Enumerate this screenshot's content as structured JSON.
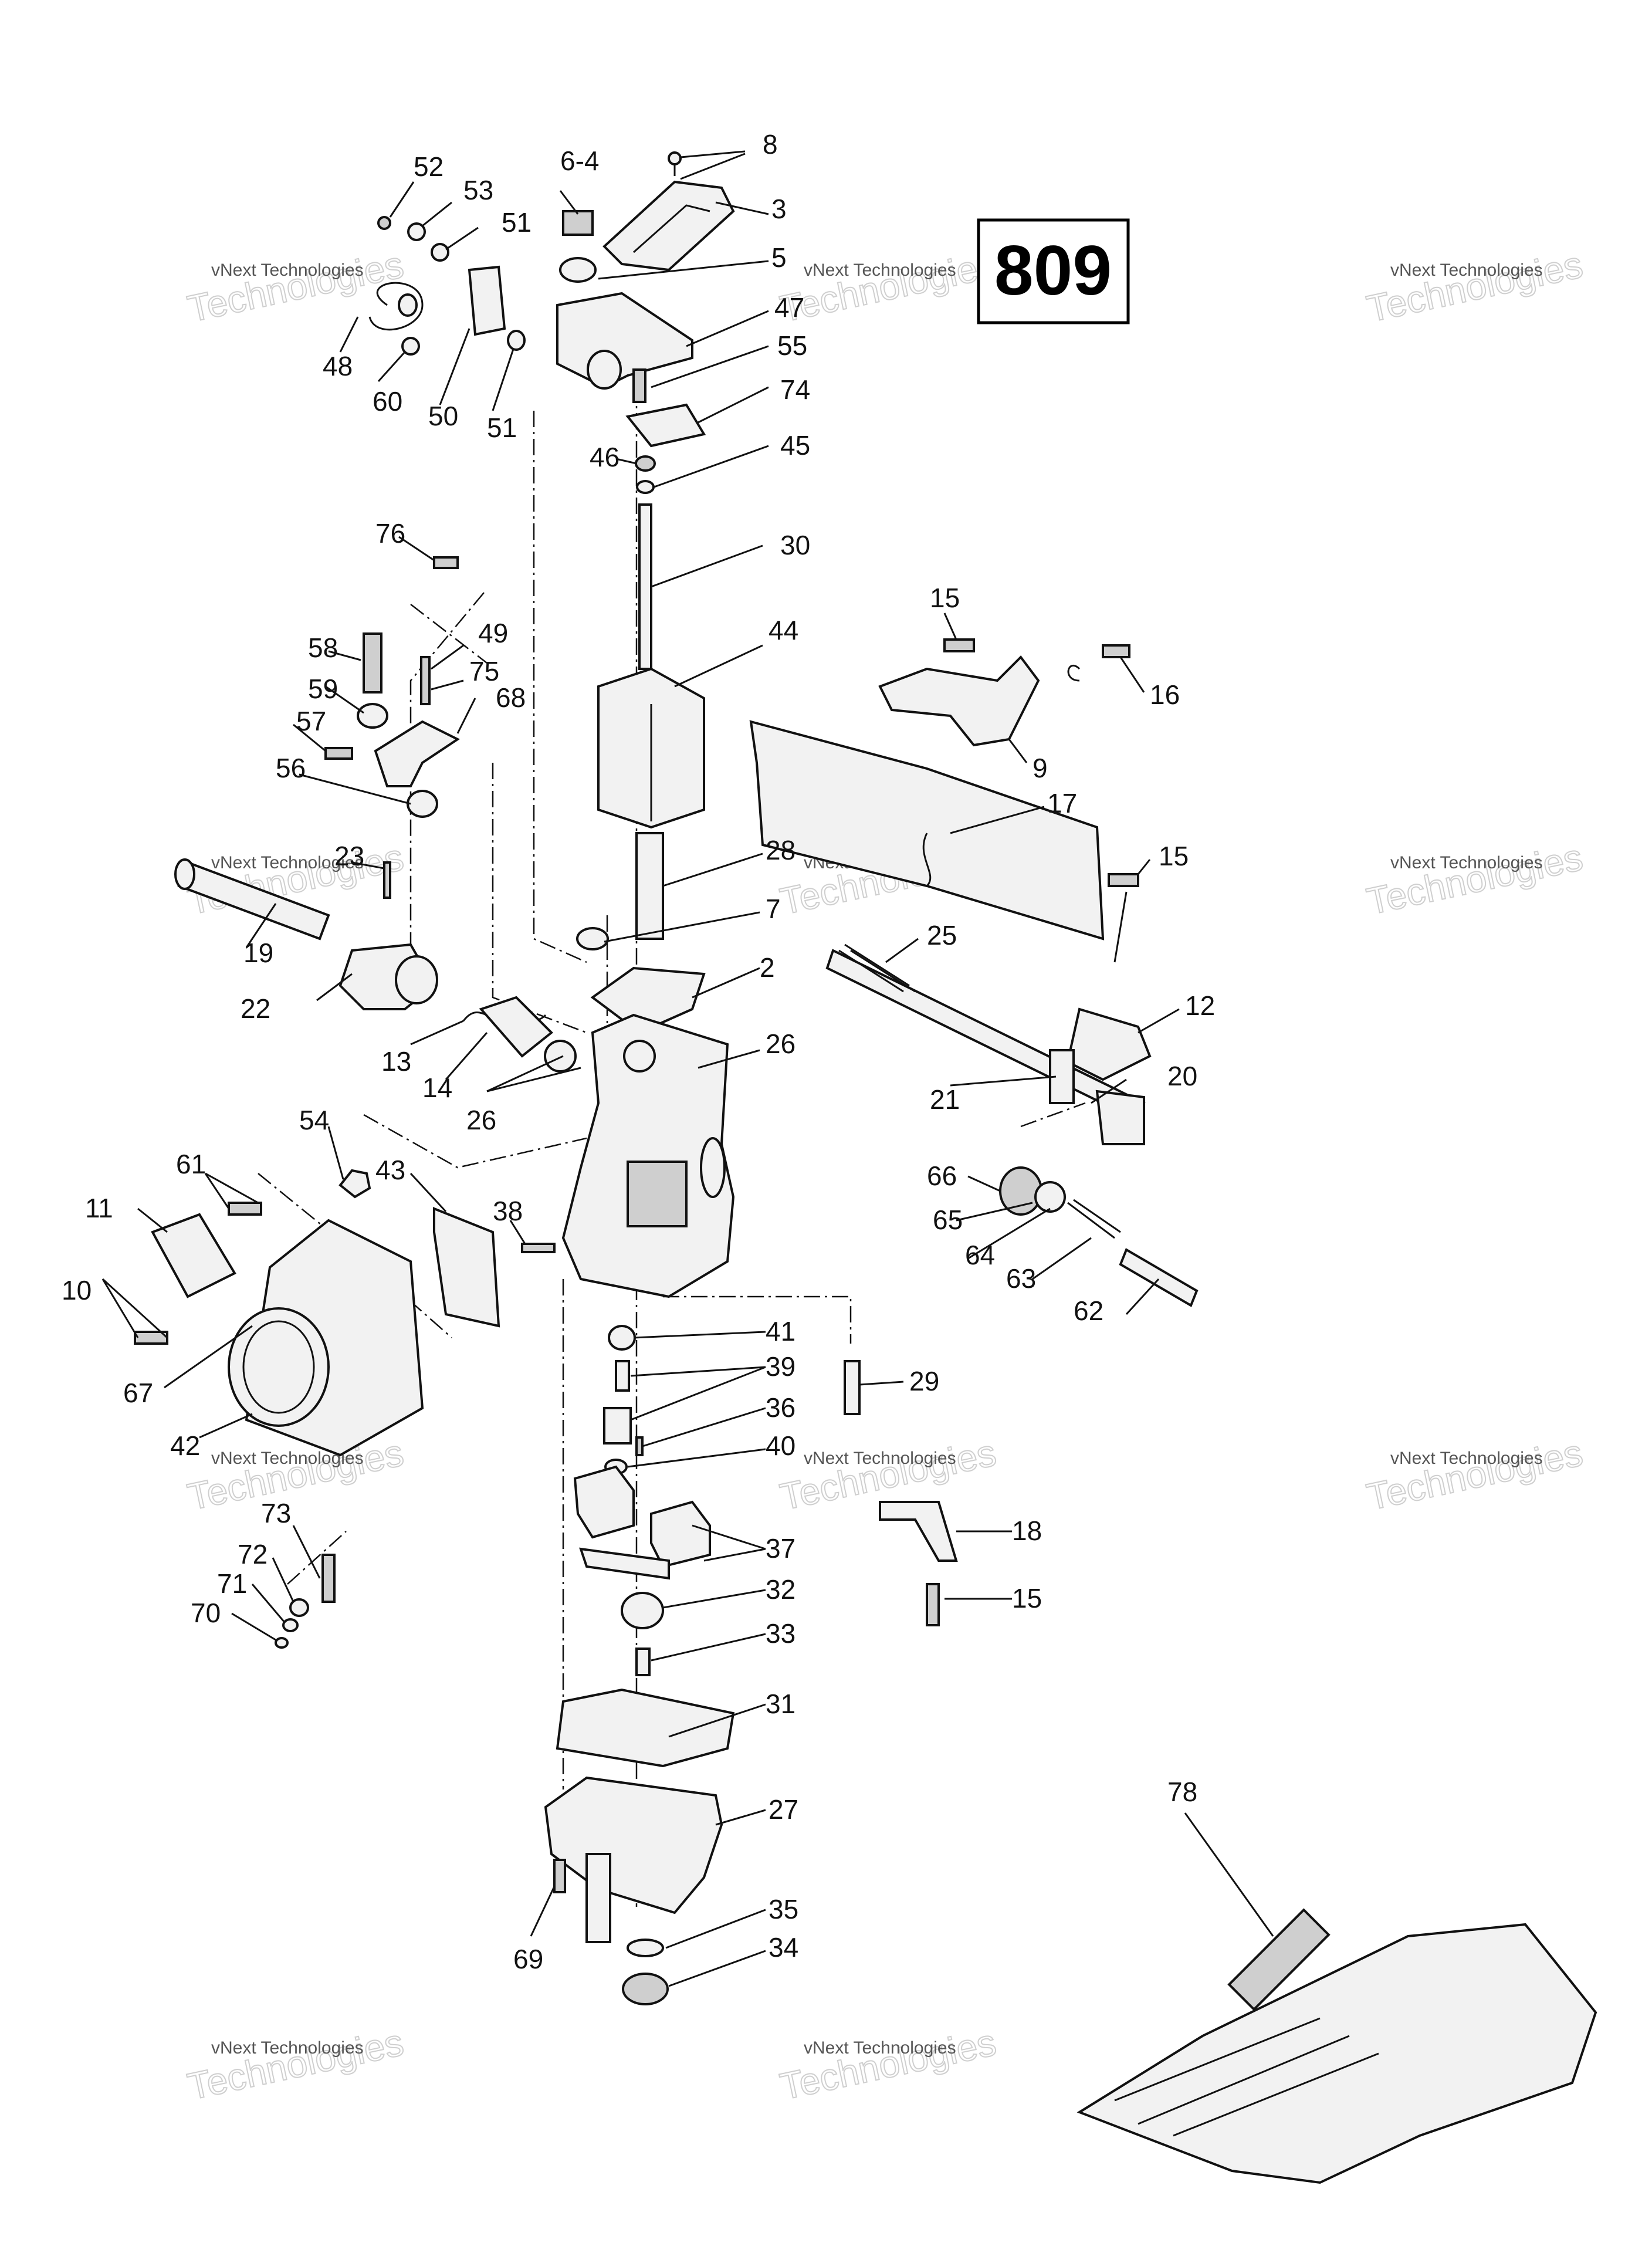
{
  "diagram_number": "809",
  "watermark": {
    "line1": "vNext Technologies",
    "line2": "Technologies"
  },
  "callouts": [
    "52",
    "6-4",
    "8",
    "53",
    "51",
    "3",
    "5",
    "48",
    "47",
    "60",
    "50",
    "51",
    "55",
    "74",
    "46",
    "45",
    "76",
    "30",
    "15",
    "44",
    "58",
    "49",
    "75",
    "16",
    "59",
    "68",
    "57",
    "9",
    "56",
    "17",
    "23",
    "28",
    "15",
    "19",
    "7",
    "25",
    "22",
    "2",
    "12",
    "13",
    "14",
    "26",
    "21",
    "20",
    "26",
    "54",
    "61",
    "43",
    "66",
    "11",
    "38",
    "65",
    "64",
    "10",
    "63",
    "62",
    "41",
    "67",
    "29",
    "39",
    "42",
    "36",
    "40",
    "73",
    "18",
    "37",
    "72",
    "71",
    "70",
    "32",
    "15",
    "33",
    "31",
    "78",
    "27",
    "35",
    "69",
    "34"
  ]
}
